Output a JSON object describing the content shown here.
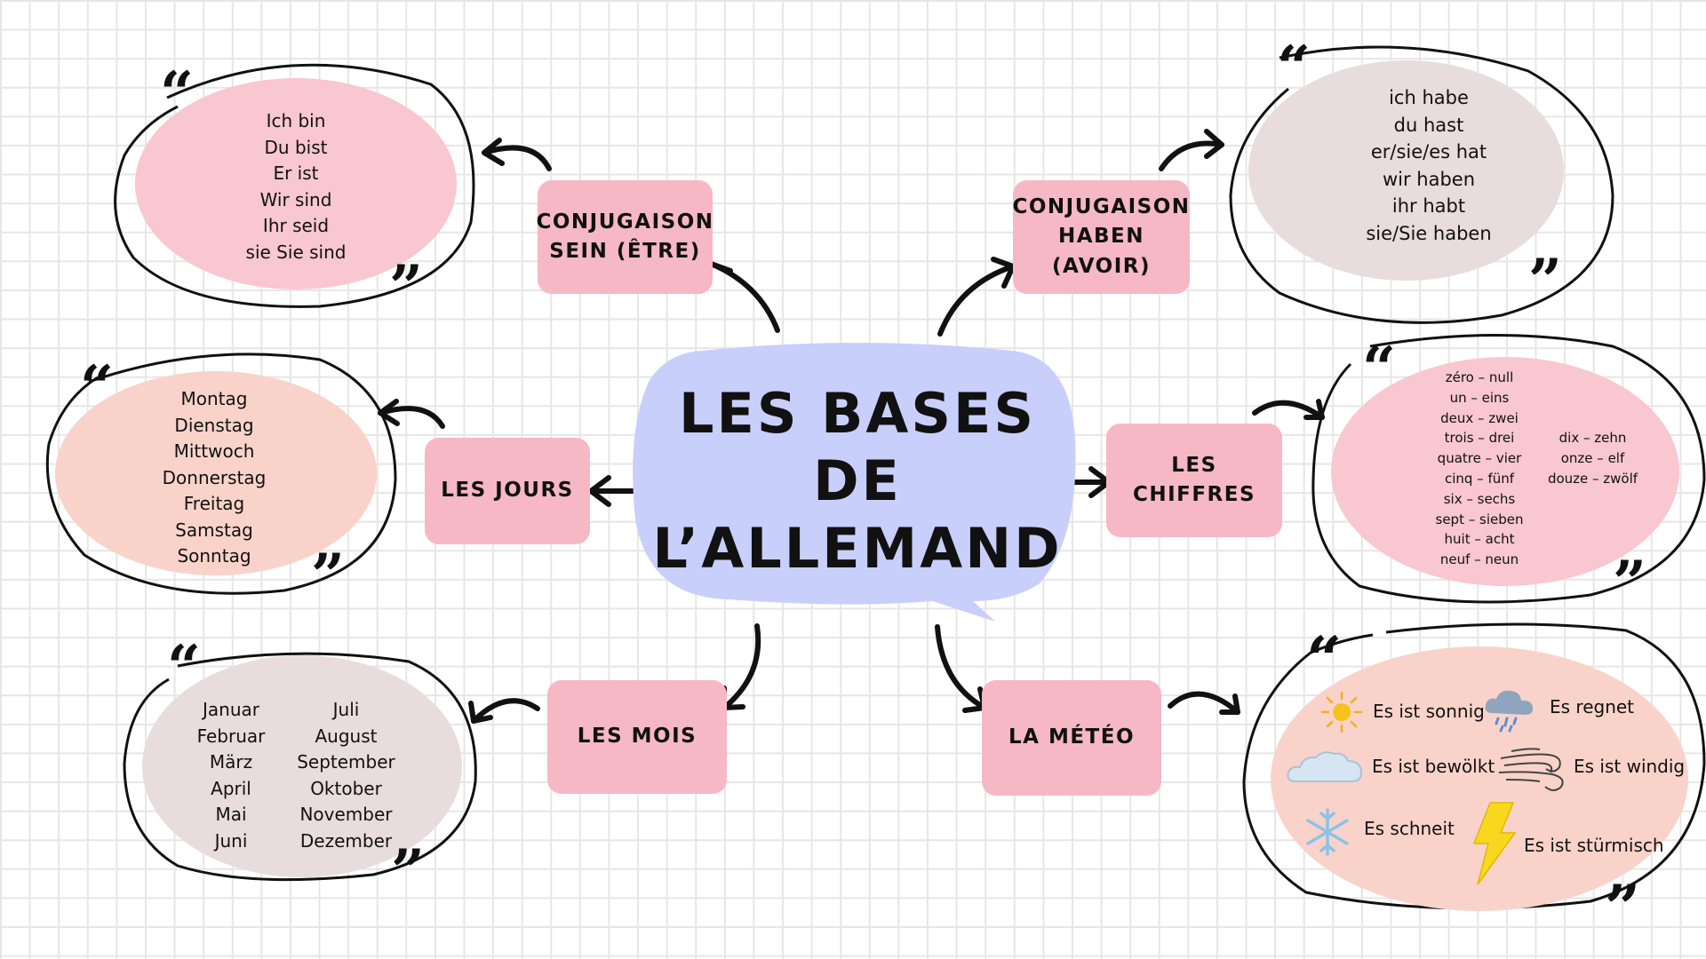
{
  "center": {
    "title_lines": [
      "LES BASES",
      "DE",
      "L’ALLEMAND"
    ],
    "color": "#c9cffb"
  },
  "colors": {
    "box": "#f6b8c4",
    "blob_pink": "#f8c7d0",
    "blob_peach": "#f9d3ca",
    "blob_mauve": "#e8dcdc"
  },
  "topics": {
    "sein": {
      "label_lines": [
        "CONJUGAISON",
        "SEIN (ÊTRE)"
      ],
      "items": [
        "Ich bin",
        "Du bist",
        "Er ist",
        "Wir sind",
        "Ihr seid",
        "sie Sie sind"
      ]
    },
    "haben": {
      "label_lines": [
        "CONJUGAISON",
        "HABEN (AVOIR)"
      ],
      "items": [
        "ich habe",
        "du hast",
        "er/sie/es hat",
        "wir haben",
        "ihr habt",
        "sie/Sie haben"
      ]
    },
    "jours": {
      "label": "LES JOURS",
      "items": [
        "Montag",
        "Dienstag",
        "Mittwoch",
        "Donnerstag",
        "Freitag",
        "Samstag",
        "Sonntag"
      ]
    },
    "chiffres": {
      "label": "LES CHIFFRES",
      "items_left": [
        "zéro – null",
        "un – eins",
        "deux – zwei",
        "trois – drei",
        "quatre – vier",
        "cinq – fünf",
        "six – sechs",
        "sept – sieben",
        "huit – acht",
        "neuf – neun"
      ],
      "items_right": [
        "dix – zehn",
        "onze – elf",
        "douze – zwölf"
      ]
    },
    "mois": {
      "label": "LES MOIS",
      "items_left": [
        "Januar",
        "Februar",
        "März",
        "April",
        "Mai",
        "Juni"
      ],
      "items_right": [
        "Juli",
        "August",
        "September",
        "Oktober",
        "November",
        "Dezember"
      ]
    },
    "meteo": {
      "label": "LA MÉTÉO",
      "items": [
        {
          "text": "Es ist sonnig",
          "icon": "sun-icon"
        },
        {
          "text": "Es regnet",
          "icon": "rain-cloud-icon"
        },
        {
          "text": "Es ist bewölkt",
          "icon": "cloud-icon"
        },
        {
          "text": "Es ist windig",
          "icon": "wind-icon"
        },
        {
          "text": "Es schneit",
          "icon": "snowflake-icon"
        },
        {
          "text": "Es ist stürmisch",
          "icon": "lightning-icon"
        }
      ]
    }
  },
  "quote_marks": {
    "open": "“",
    "close": "”"
  }
}
